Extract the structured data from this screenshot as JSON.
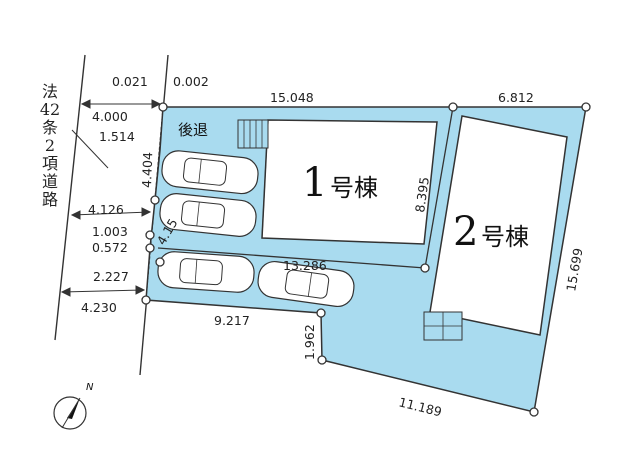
{
  "road": {
    "label_chars": [
      "法",
      "42",
      "条",
      "2",
      "項",
      "道",
      "路"
    ]
  },
  "buildings": {
    "b1": {
      "num": "1",
      "suffix": "号棟"
    },
    "b2": {
      "num": "2",
      "suffix": "号棟"
    }
  },
  "setback_label": "後退",
  "north_label": "N",
  "dimensions": {
    "d_0021": "0.021",
    "d_0002": "0.002",
    "d_4000": "4.000",
    "d_1514": "1.514",
    "d_15048": "15.048",
    "d_6812": "6.812",
    "d_4404": "4.404",
    "d_8395": "8.395",
    "d_4126": "4.126",
    "d_1003": "1.003",
    "d_0572": "0.572",
    "d_2227": "2.227",
    "d_4230": "4.230",
    "d_13286": "13.286",
    "d_15699": "15.699",
    "d_9217": "9.217",
    "d_1962": "1.962",
    "d_11189": "11.189",
    "d_415": "4.15"
  },
  "colors": {
    "lot_fill": "#a9dbef",
    "building_fill": "#ffffff",
    "line": "#333333"
  }
}
